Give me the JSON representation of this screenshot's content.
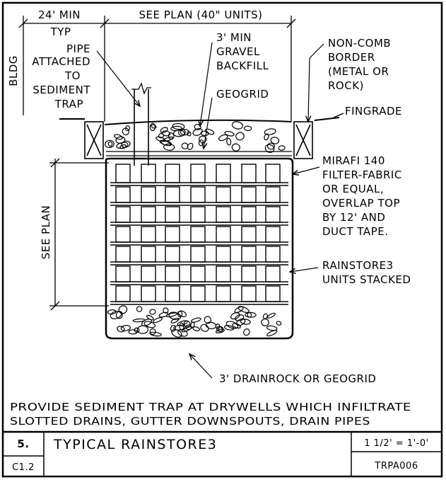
{
  "dimensions": {
    "left_width": "24' MIN",
    "left_width_note": "TYP",
    "top_width": "SEE PLAN (40\" UNITS)",
    "height": "SEE PLAN"
  },
  "labels": {
    "bldg": "BLDG",
    "pipe": [
      "PIPE",
      "ATTACHED",
      "TO",
      "SEDIMENT",
      "TRAP"
    ],
    "gravel": [
      "3' MIN",
      "GRAVEL",
      "BACKFILL"
    ],
    "geogrid": "GEOGRID",
    "noncomb": [
      "NON-COMB",
      "BORDER",
      "(METAL OR",
      "ROCK)"
    ],
    "fingrade": "FINGRADE",
    "mirafi": [
      "MIRAFI 140",
      "FILTER-FABRIC",
      "OR EQUAL,",
      "OVERLAP TOP",
      "BY 12' AND",
      "DUCT TAPE."
    ],
    "rainstore": [
      "RAINSTORE3",
      "UNITS STACKED"
    ],
    "drainrock": "3' DRAINROCK OR GEOGRID"
  },
  "note": [
    "PROVIDE SEDIMENT TRAP AT DRYWELLS WHICH INFILTRATE",
    "SLOTTED DRAINS, GUTTER DOWNSPOUTS, DRAIN PIPES"
  ],
  "title_block": {
    "detail_number": "5.",
    "sheet": "C1.2",
    "title": "TYPICAL RAINSTORE3",
    "scale": "1 1/2' = 1'-0'",
    "code": "TRPA006"
  }
}
